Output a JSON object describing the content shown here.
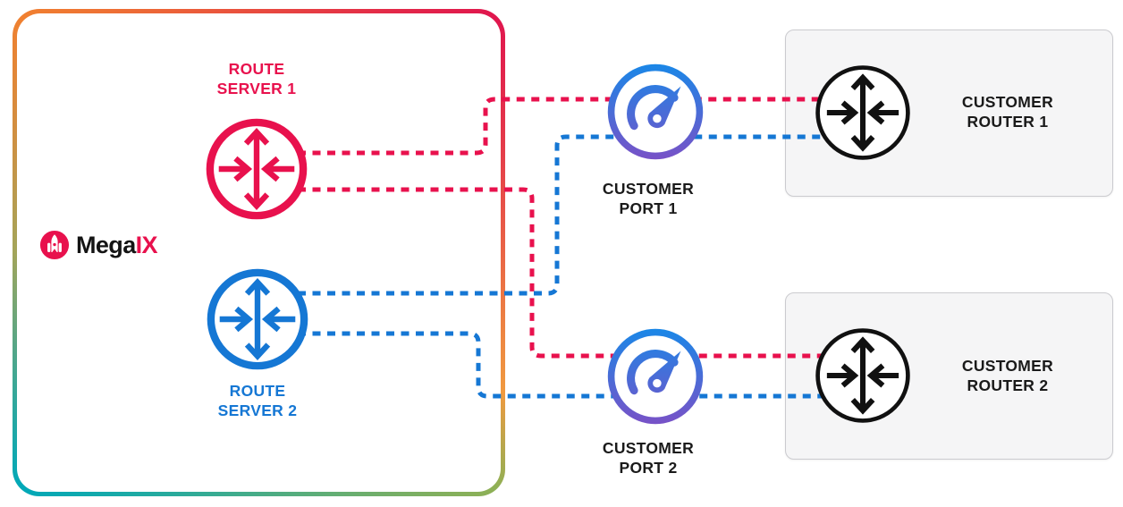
{
  "logo": {
    "brand_black": "Mega",
    "brand_accent": "IX",
    "icon": "rocket-icon"
  },
  "exchange_box": {
    "owner": "MegaIX"
  },
  "nodes": {
    "route_server_1": {
      "line1": "ROUTE",
      "line2": "SERVER 1",
      "icon": "router-icon"
    },
    "route_server_2": {
      "line1": "ROUTE",
      "line2": "SERVER 2",
      "icon": "router-icon"
    },
    "customer_port_1": {
      "line1": "CUSTOMER",
      "line2": "PORT 1",
      "icon": "speedometer-icon"
    },
    "customer_port_2": {
      "line1": "CUSTOMER",
      "line2": "PORT 2",
      "icon": "speedometer-icon"
    },
    "customer_router_1": {
      "line1": "CUSTOMER",
      "line2": "ROUTER 1",
      "icon": "router-icon"
    },
    "customer_router_2": {
      "line1": "CUSTOMER",
      "line2": "ROUTER 2",
      "icon": "router-icon"
    }
  },
  "links": [
    {
      "from": "route_server_1",
      "via": "customer_port_1",
      "to": "customer_router_1",
      "style": "dashed",
      "color": "#E8114D"
    },
    {
      "from": "route_server_1",
      "via": "customer_port_2",
      "to": "customer_router_2",
      "style": "dashed",
      "color": "#E8114D"
    },
    {
      "from": "route_server_2",
      "via": "customer_port_1",
      "to": "customer_router_1",
      "style": "dashed",
      "color": "#1577D4"
    },
    {
      "from": "route_server_2",
      "via": "customer_port_2",
      "to": "customer_router_2",
      "style": "dashed",
      "color": "#1577D4"
    }
  ],
  "colors": {
    "pink": "#E8114D",
    "blue": "#1577D4",
    "port_blue": "#1789E8",
    "purple": "#7B50C6",
    "ink": "#1A1A1A",
    "box_fill": "#F5F5F6",
    "box_border": "#CBCBCF",
    "grad_orange": "#F08030",
    "grad_red": "#E0164E",
    "grad_amber": "#F09A40",
    "grad_green": "#8FB055",
    "grad_teal": "#00A8B8",
    "grad_olive": "#A3A55A"
  }
}
